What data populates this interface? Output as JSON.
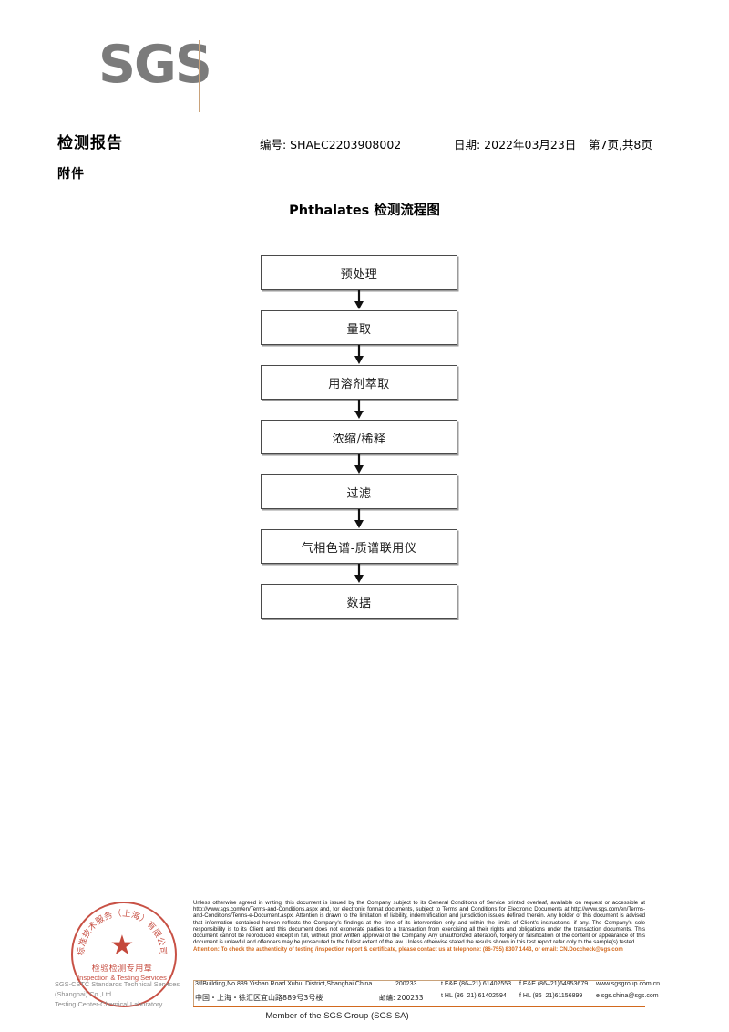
{
  "brand": {
    "logo_text": "SGS",
    "logo_color": "#7b7b7b",
    "accent_color": "#c9a27a",
    "attention_color": "#d2691e",
    "seal_color": "#c0392b"
  },
  "header": {
    "doc_title": "检测报告",
    "attachment_label": "附件",
    "report_no_label": "编号:",
    "report_no": "编号: SHAEC2203908002",
    "date": "日期: 2022年03月23日",
    "page": "第7页,共8页"
  },
  "flowchart": {
    "title": "Phthalates 检测流程图",
    "steps": [
      {
        "label": "预处理"
      },
      {
        "label": "量取"
      },
      {
        "label": "用溶剂萃取"
      },
      {
        "label": "浓缩/稀释"
      },
      {
        "label": "过滤"
      },
      {
        "label": "气相色谱-质谱联用仪"
      },
      {
        "label": "数据"
      }
    ]
  },
  "seal": {
    "arc_text_cn": "标准技术服务（上海）有限公司",
    "center_cn": "检验检测专用章",
    "center_en": "Inspection & Testing Services",
    "star": "★"
  },
  "footer": {
    "company_line1": "SGS-CSTC Standards Technical Services (Shanghai) Co.,Ltd.",
    "company_line2": "Testing Center-Chemical Laboratory.",
    "legal_text": "Unless otherwise agreed in writing, this document is issued by the Company subject to its General Conditions of Service printed overleaf, available on request or accessible at http://www.sgs.com/en/Terms-and-Conditions.aspx and, for electronic format documents, subject to Terms and Conditions for Electronic Documents at http://www.sgs.com/en/Terms-and-Conditions/Terms-e-Document.aspx. Attention is drawn to the limitation of liability, indemnification and jurisdiction issues defined therein. Any holder of this document is advised that information contained hereon reflects the Company's findings at the time of its intervention only and within the limits of Client's instructions, if any. The Company's sole responsibility is to its Client and this document does not exonerate parties to a transaction from exercising all their rights and obligations under the transaction documents. This document cannot be reproduced except in full, without prior written approval of the Company. Any unauthorized alteration, forgery or falsification of the content or appearance of this document is unlawful and offenders may be prosecuted to the fullest extent of the law. Unless otherwise stated the results shown in this test report refer only to the sample(s) tested .",
    "attention_text": "Attention: To check the authenticity of testing /inspection report & certificate, please contact us at telephone: (86-755) 8307 1443, or email: CN.Doccheck@sgs.com",
    "address_en": "3ʳᵈBuilding,No.889 Yishan Road Xuhui District,Shanghai China",
    "zip_en": "200233",
    "tel_en_1": "t E&E (86–21) 61402553",
    "tel_en_2": "f E&E (86–21)64953679",
    "web": "www.sgsgroup.com.cn",
    "address_cn": "中国・上海・徐汇区宜山路889号3号楼",
    "zip_cn": "邮编: 200233",
    "tel_cn_1": "t HL (86–21) 61402594",
    "tel_cn_2": "f HL (86–21)61156899",
    "email": "e  sgs.china@sgs.com",
    "member_line": "Member of the SGS Group (SGS SA)"
  }
}
